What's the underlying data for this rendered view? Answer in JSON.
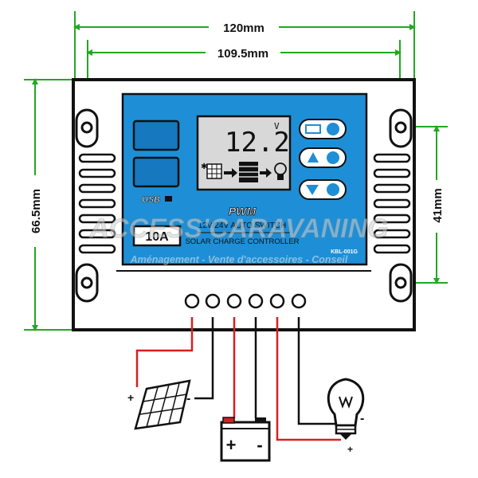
{
  "dimensions": {
    "overall_width": "120mm",
    "hole_spacing_width": "109.5mm",
    "overall_height": "66.5mm",
    "hole_spacing_height": "41mm"
  },
  "lcd": {
    "voltage_value": "12.2",
    "voltage_unit": "V"
  },
  "panel": {
    "usb_label": "USB",
    "brand_label": "PWM",
    "line1": "12V/24V AUTO SWITCH",
    "line2": "SOLAR CHARGE CONTROLLER",
    "model": "KBL-001G",
    "current_rating": "10A"
  },
  "watermark": {
    "title": "ACCESS'CARAVANING",
    "subtitle": "Aménagement  -  Vente d'accessoires  -  Conseil"
  },
  "terminals": {
    "solar_plus": "+",
    "solar_minus": "-",
    "battery_plus": "+",
    "battery_minus": "-",
    "load_minus": "-",
    "load_plus": "+"
  },
  "colors": {
    "panel_blue": "#1e8fd6",
    "wire_red": "#d42020",
    "dimension_green": "#22a822",
    "outline": "#111111"
  }
}
